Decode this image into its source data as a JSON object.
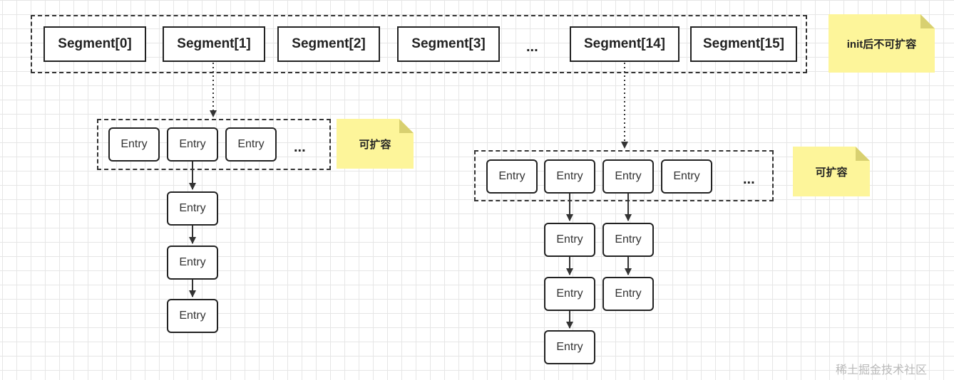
{
  "segments": {
    "s0": "Segment[0]",
    "s1": "Segment[1]",
    "s2": "Segment[2]",
    "s3": "Segment[3]",
    "ellipsis": "...",
    "s14": "Segment[14]",
    "s15": "Segment[15]"
  },
  "notes": {
    "top": "init后不可扩容",
    "left": "可扩容",
    "right": "可扩容"
  },
  "entry_label": "Entry",
  "ellipsis": "...",
  "watermark": "稀土掘金技术社区"
}
